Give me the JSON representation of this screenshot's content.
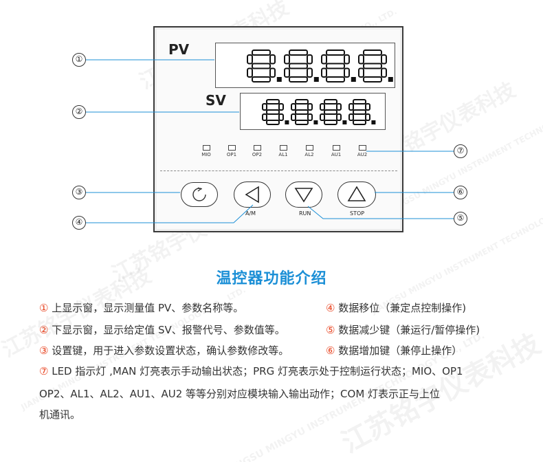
{
  "panel": {
    "pv_label": "PV",
    "sv_label": "SV",
    "pv_digits": "8.8.8.8.",
    "sv_digits": "8.8.8.8.",
    "segment_color": "#111111",
    "leds": [
      "MIO",
      "OP1",
      "OP2",
      "AL1",
      "AL2",
      "AU1",
      "AU2"
    ],
    "keys": [
      {
        "icon": "refresh-icon",
        "label": ""
      },
      {
        "icon": "triangle-left-icon",
        "label": "A/M"
      },
      {
        "icon": "triangle-down-icon",
        "label": "RUN"
      },
      {
        "icon": "triangle-up-icon",
        "label": "STOP"
      }
    ]
  },
  "callouts": [
    "①",
    "②",
    "③",
    "④",
    "⑤",
    "⑥",
    "⑦"
  ],
  "section_title": "温控器功能介绍",
  "accent_color": "#1b8fd6",
  "number_color": "#e8421f",
  "descriptions": {
    "d1_num": "①",
    "d1": " 上显示窗，显示测量值 PV、参数名称等。",
    "d2_num": "②",
    "d2": " 下显示窗，显示给定值 SV、报警代号、参数值等。",
    "d3_num": "③",
    "d3": " 设置键，用于进入参数设置状态，确认参数修改等。",
    "d4_num": "④",
    "d4": " 数据移位（兼定点控制操作)",
    "d5_num": "⑤",
    "d5": " 数据减少键（兼运行/暂停操作)",
    "d6_num": "⑥",
    "d6": " 数据增加键（兼停止操作）",
    "d7_num": "⑦",
    "d7_line1": " LED 指示灯 ,MAN 灯亮表示手动输出状态；PRG 灯亮表示处于控制运行状态；MIO、OP1",
    "d7_line2": "OP2、AL1、AL2、AU1、AU2 等等分别对应模块输入输出动作；COM 灯表示正与上位",
    "d7_line3": "机通讯。"
  },
  "watermarks": [
    "江苏铭宇仪表科技",
    "JIANGSU MINGYU INSTRUMENT TECHNOLOGY CO., LTD."
  ]
}
